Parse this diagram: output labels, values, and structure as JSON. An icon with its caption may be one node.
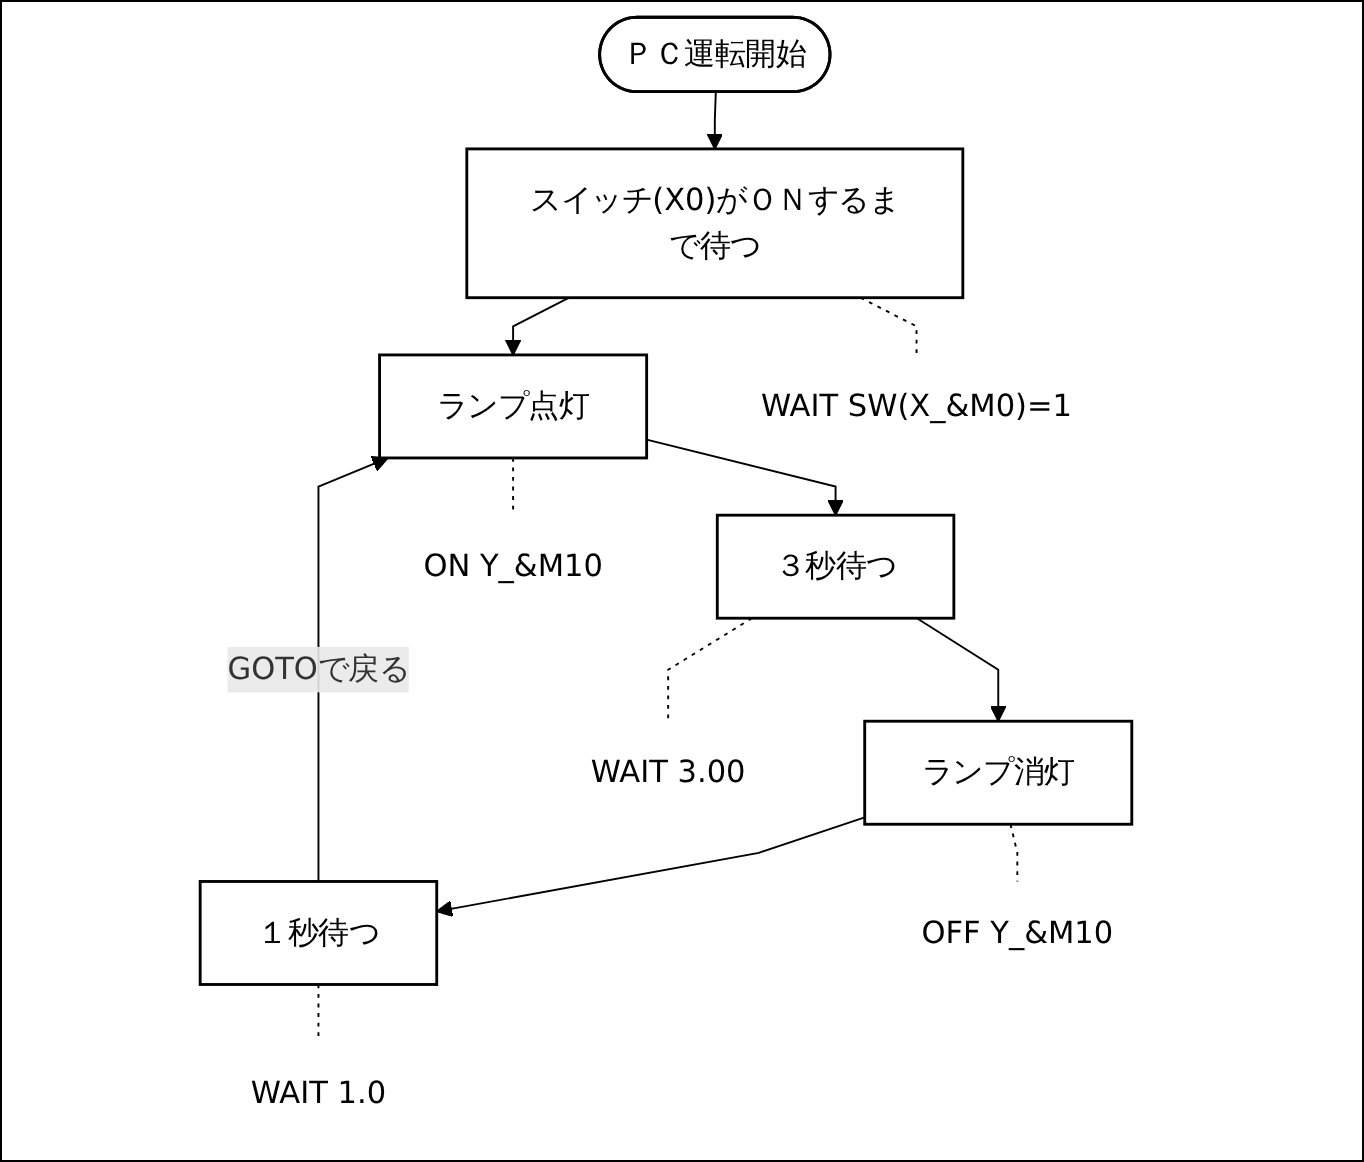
{
  "diagram": {
    "nodes": [
      {
        "text": [
          "ＰＣ運転開始"
        ]
      },
      {
        "text": [
          "スイッチ(X0)がＯＮするまで待つ"
        ]
      },
      {
        "text": [
          "ランプ点灯"
        ]
      },
      {
        "text": [
          "３秒待つ"
        ]
      },
      {
        "text": [
          "ランプ消灯"
        ]
      },
      {
        "text": [
          "１秒待つ"
        ]
      },
      {
        "text": [
          "WAIT SW(X_&M0)=1"
        ]
      },
      {
        "text": [
          "ON Y_&M10"
        ]
      },
      {
        "text": [
          "WAIT 3.00"
        ]
      },
      {
        "text": [
          "OFF Y_&M10"
        ]
      },
      {
        "text": [
          "WAIT 1.0"
        ]
      }
    ],
    "edges": [
      {
        "from": 0,
        "to": 1,
        "arrow": "to"
      },
      {
        "from": 1,
        "to": 2,
        "arrow": "to"
      },
      {
        "from": 2,
        "to": 3,
        "arrow": "to"
      },
      {
        "from": 3,
        "to": 4,
        "arrow": "to"
      },
      {
        "from": 4,
        "to": 5,
        "arrow": "to"
      },
      {
        "from": 5,
        "to": 2,
        "arrow": "to",
        "label": "GOTOで戻る"
      },
      {
        "from": 1,
        "to": 6,
        "arrow": "none",
        "style": "dashed"
      },
      {
        "from": 2,
        "to": 7,
        "arrow": "none",
        "style": "dashed"
      },
      {
        "from": 3,
        "to": 8,
        "arrow": "none",
        "style": "dashed"
      },
      {
        "from": 4,
        "to": 9,
        "arrow": "none",
        "style": "dashed"
      },
      {
        "from": 5,
        "to": 10,
        "arrow": "none",
        "style": "dashed"
      }
    ]
  }
}
